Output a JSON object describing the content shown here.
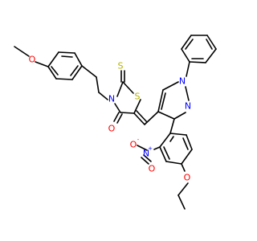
{
  "atoms": {
    "o_methoxy": "O",
    "n_thiazolidine": "N",
    "s_thione": "S",
    "s_ring": "S",
    "o_carbonyl": "O",
    "n_pyrazole_1": "N",
    "n_pyrazole_2": "N",
    "n_nitro": "N",
    "n_nitro_charge": "+",
    "o_nitro_minus": "O",
    "o_nitro_minus_charge": "-",
    "o_nitro_double": "O",
    "o_ethoxy": "O"
  },
  "colors": {
    "bond": "#000000",
    "oxygen": "#ff0000",
    "nitrogen": "#0000ff",
    "sulfur": "#b3b300"
  }
}
